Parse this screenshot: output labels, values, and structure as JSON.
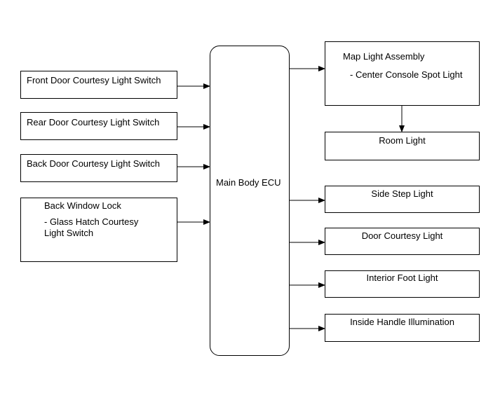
{
  "ecu": {
    "label": "Main Body ECU"
  },
  "inputs": {
    "front_door": "Front Door Courtesy Light Switch",
    "rear_door": "Rear Door Courtesy Light Switch",
    "back_door": "Back Door Courtesy Light Switch",
    "back_window": {
      "title": "Back Window Lock",
      "sub_line1": "- Glass Hatch Courtesy",
      "sub_line2": "Light Switch"
    }
  },
  "outputs": {
    "map_light": {
      "title": "Map Light Assembly",
      "sub": "- Center Console Spot Light"
    },
    "room_light": "Room Light",
    "side_step": "Side Step Light",
    "door_courtesy": "Door Courtesy Light",
    "interior_foot": "Interior Foot Light",
    "inside_handle": "Inside Handle Illumination"
  }
}
